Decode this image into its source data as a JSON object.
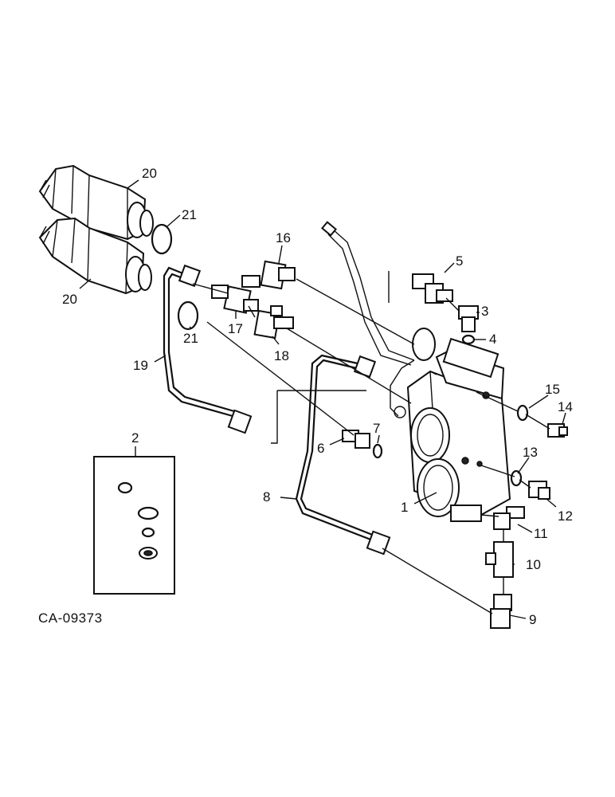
{
  "diagram": {
    "reference_code": "CA-09373",
    "callouts": [
      "1",
      "2",
      "3",
      "4",
      "5",
      "6",
      "7",
      "8",
      "9",
      "10",
      "11",
      "12",
      "13",
      "14",
      "15",
      "16",
      "17",
      "18",
      "19",
      "20",
      "20",
      "21",
      "21"
    ]
  }
}
